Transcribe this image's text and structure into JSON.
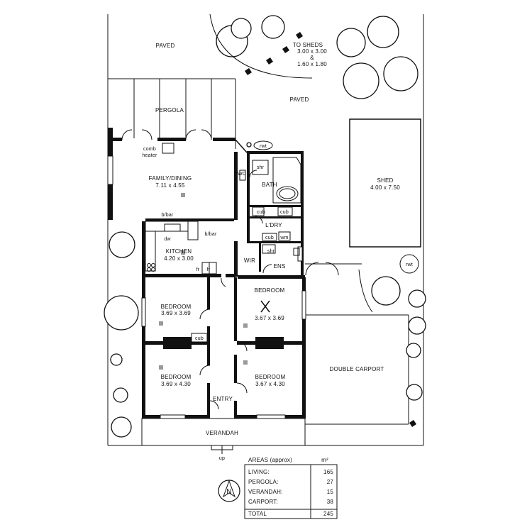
{
  "rooms": {
    "paved_top_left": "PAVED",
    "paved_top_right": "PAVED",
    "sheds_title": "TO SHEDS",
    "sheds_dim1": "3.00 x 3.00",
    "sheds_amp": "&",
    "sheds_dim2": "1.60 x 1.80",
    "pergola": "PERGOLA",
    "comb": "comb",
    "heater": "heater",
    "family_name": "FAMILY/DINING",
    "family_dim": "7.11 x 4.55",
    "rwt_top": "rwt",
    "wc": "WC",
    "shr_bath": "shr",
    "bath": "BATH",
    "cub1": "cub",
    "cub2": "cub",
    "ldry": "L'DRY",
    "cub3": "cub",
    "wm": "wm",
    "shr_ens": "shr",
    "bbar1": "b/bar",
    "bbar2": "b/bar",
    "dw": "dw",
    "kitchen_name": "KITCHEN",
    "kitchen_dim": "4.20 x 3.00",
    "fr1": "fr",
    "fr2": "fr",
    "wir": "WIR",
    "ens": "ENS",
    "shed_name": "SHED",
    "shed_dim": "4.00 x 7.50",
    "rwt_right": "rwt",
    "bed1_name": "BEDROOM",
    "bed1_dim": "3.69 x 3.69",
    "bed2_name": "BEDROOM",
    "bed2_dim": "3.67 x 3.69",
    "cub4": "cub",
    "bed3_name": "BEDROOM",
    "bed3_dim": "3.69 x 4.30",
    "bed4_name": "BEDROOM",
    "bed4_dim": "3.67 x 4.30",
    "entry": "ENTRY",
    "carport": "DOUBLE CARPORT",
    "verandah": "VERANDAH",
    "up": "up",
    "north": "N"
  },
  "areas": {
    "title": "AREAS (approx)",
    "unit": "m²",
    "rows": [
      {
        "label": "LIVING:",
        "value": "165"
      },
      {
        "label": "PERGOLA:",
        "value": "27"
      },
      {
        "label": "VERANDAH:",
        "value": "15"
      },
      {
        "label": "CARPORT:",
        "value": "38"
      },
      {
        "label": "TOTAL",
        "value": "245"
      }
    ]
  }
}
